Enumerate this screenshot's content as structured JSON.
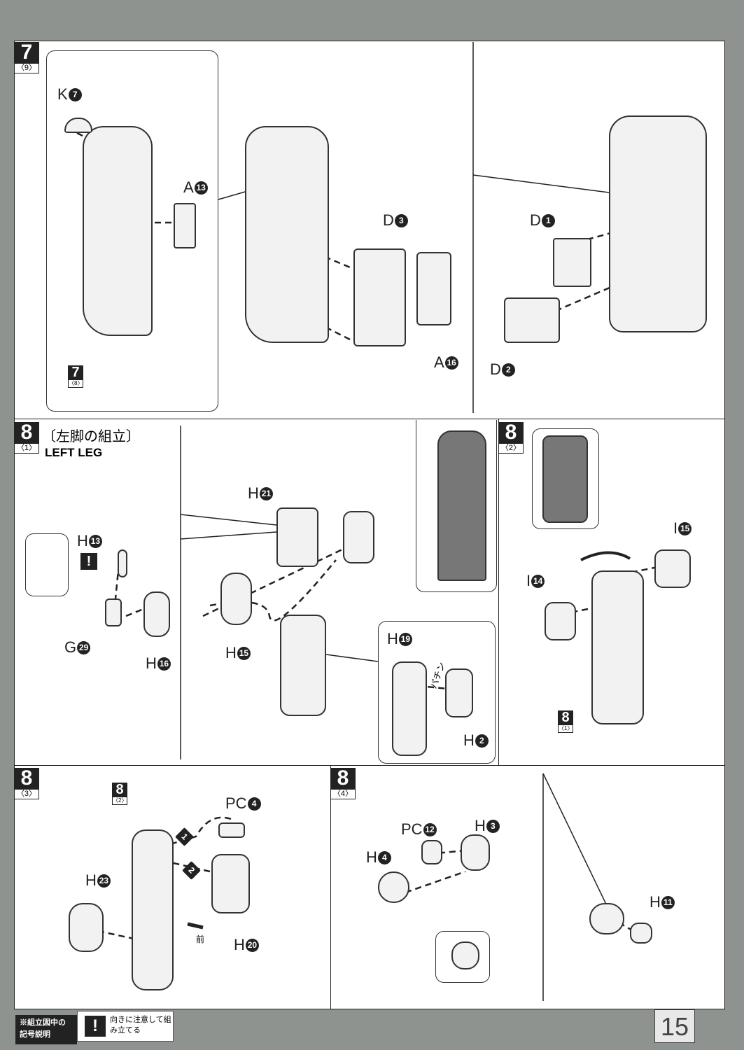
{
  "steps": {
    "s7": {
      "num": "7",
      "sub": "〈9〉"
    },
    "s7ref": {
      "num": "7",
      "sub": "〈8〉"
    },
    "s8_1": {
      "num": "8",
      "sub": "〈1〉",
      "title_jp": "〔左脚の組立〕",
      "title_en": "LEFT LEG"
    },
    "s8_2": {
      "num": "8",
      "sub": "〈2〉"
    },
    "s8_1ref": {
      "num": "8",
      "sub": "〈1〉"
    },
    "s8_3": {
      "num": "8",
      "sub": "〈3〉"
    },
    "s8_2ref": {
      "num": "8",
      "sub": "〈2〉"
    },
    "s8_4": {
      "num": "8",
      "sub": "〈4〉"
    }
  },
  "parts": {
    "K7": {
      "l": "K",
      "n": "7"
    },
    "A13": {
      "l": "A",
      "n": "13"
    },
    "D3": {
      "l": "D",
      "n": "3"
    },
    "D1": {
      "l": "D",
      "n": "1"
    },
    "A16": {
      "l": "A",
      "n": "16"
    },
    "D2": {
      "l": "D",
      "n": "2"
    },
    "H21": {
      "l": "H",
      "n": "21"
    },
    "H13": {
      "l": "H",
      "n": "13"
    },
    "G29": {
      "l": "G",
      "n": "29"
    },
    "H16": {
      "l": "H",
      "n": "16"
    },
    "H15": {
      "l": "H",
      "n": "15"
    },
    "H19": {
      "l": "H",
      "n": "19"
    },
    "H2": {
      "l": "H",
      "n": "2"
    },
    "I15": {
      "l": "I",
      "n": "15"
    },
    "I14": {
      "l": "I",
      "n": "14"
    },
    "PC4": {
      "l": "PC",
      "n": "4"
    },
    "H23": {
      "l": "H",
      "n": "23"
    },
    "H20": {
      "l": "H",
      "n": "20"
    },
    "PC12": {
      "l": "PC",
      "n": "12"
    },
    "H3": {
      "l": "H",
      "n": "3"
    },
    "H4": {
      "l": "H",
      "n": "4"
    },
    "H11": {
      "l": "H",
      "n": "11"
    }
  },
  "annotations": {
    "snap": "パチン",
    "front": "前",
    "order1": "1",
    "order2": "2",
    "caution": "!"
  },
  "legend": {
    "title": "※組立図中の記号説明",
    "icon": "!",
    "text": "向きに注意して組み立てる"
  },
  "page_number": "15"
}
